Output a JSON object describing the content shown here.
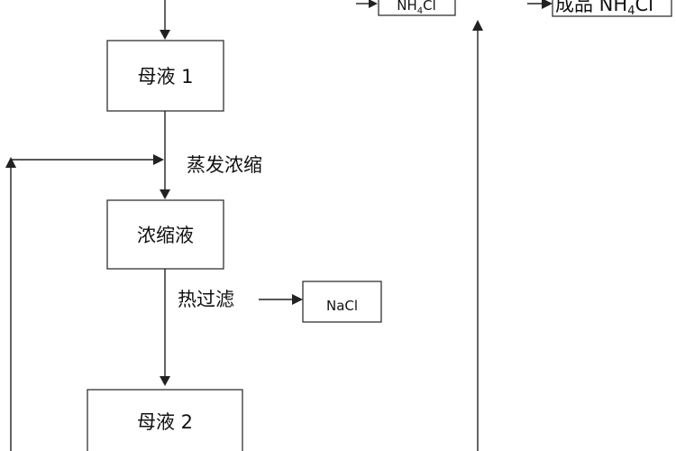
{
  "nodes": {
    "mother_liquor_1": "母液 1",
    "concentrate": "浓缩液",
    "nacl": "NaCl",
    "mother_liquor_2": "母液 2",
    "nh4cl_top": {
      "prefix": "NH",
      "sub": "4",
      "suffix": "Cl"
    },
    "product_nh4cl": {
      "prefix": "成品 NH",
      "sub": "4",
      "suffix": "Cl"
    }
  },
  "edges": {
    "evaporate_concentrate": "蒸发浓缩",
    "hot_filter": "热过滤"
  },
  "colors": {
    "line": "#222222",
    "box_border": "#333333"
  }
}
